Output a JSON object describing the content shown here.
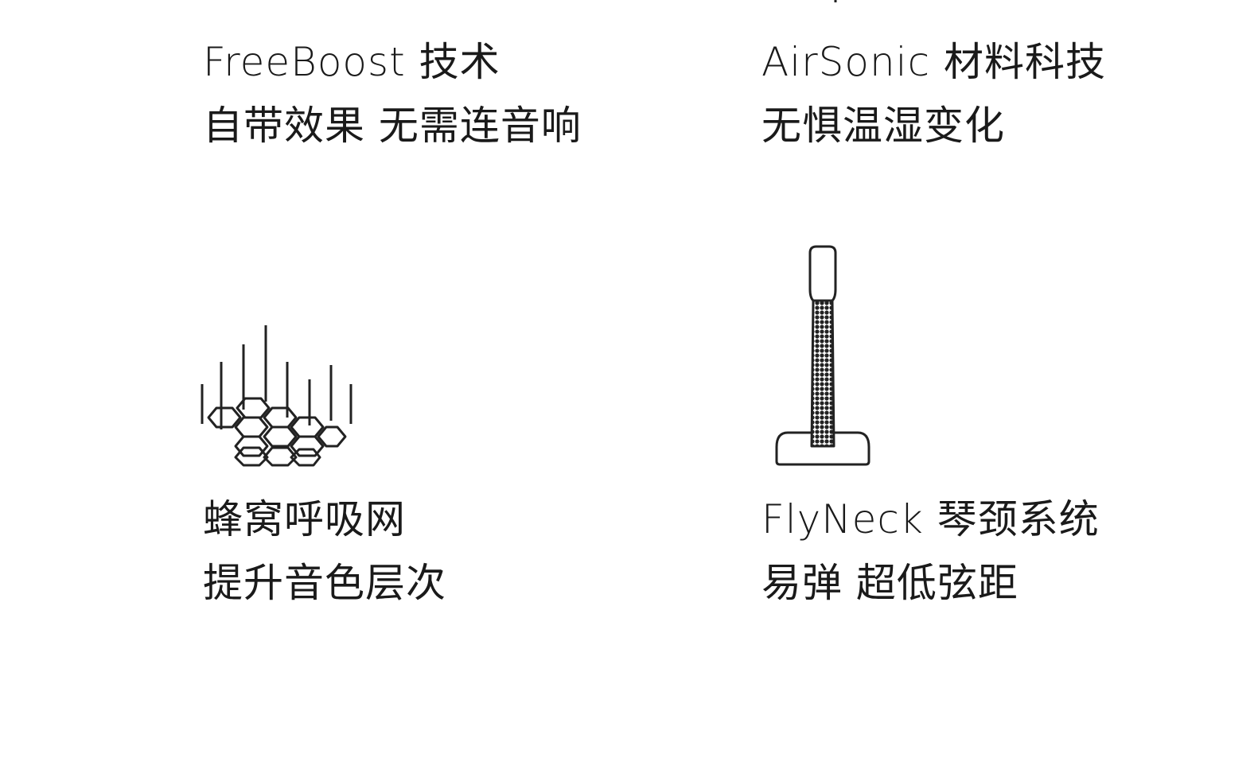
{
  "features": [
    {
      "title": "FreeBoost 技术",
      "subtitle": "自带效果 无需连音响",
      "icon": "freeboost-ring-icon"
    },
    {
      "title": "AirSonic 材料科技",
      "subtitle": "无惧温湿变化",
      "icon": "airsonic-material-icon"
    },
    {
      "title": "蜂窝呼吸网",
      "subtitle": "提升音色层次",
      "icon": "honeycomb-mesh-icon"
    },
    {
      "title": "FlyNeck 琴颈系统",
      "subtitle": "易弹 超低弦距",
      "icon": "guitar-neck-stand-icon"
    }
  ],
  "colors": {
    "text": "#1a1a1a",
    "stroke": "#222222",
    "background": "#ffffff"
  }
}
